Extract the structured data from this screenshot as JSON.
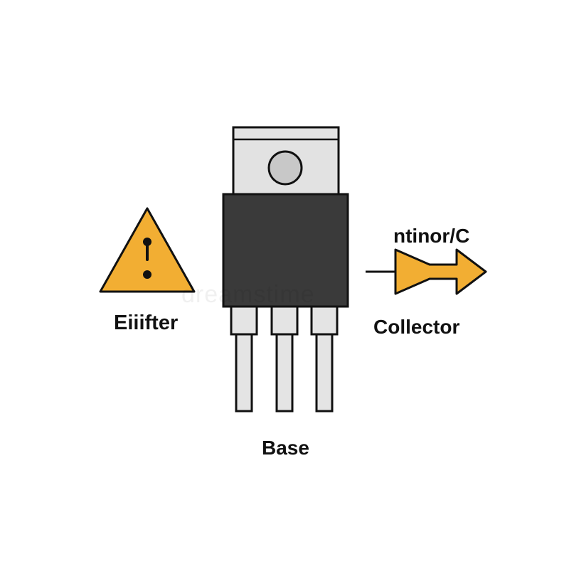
{
  "labels": {
    "emitter": "Eiiifter",
    "collector": "Collector",
    "collector_top": "ntinor/C",
    "base": "Base"
  },
  "watermark": "dreamstime",
  "icons": {
    "left": "warning-triangle-icon",
    "right": "arrow-right-icon",
    "center": "transistor-to220-icon"
  },
  "colors": {
    "accent": "#F2AE33",
    "outline": "#111111",
    "body": "#3a3a3a",
    "tab": "#e2e2e2",
    "leg": "#e4e4e4",
    "hole": "#c8c8c8"
  }
}
